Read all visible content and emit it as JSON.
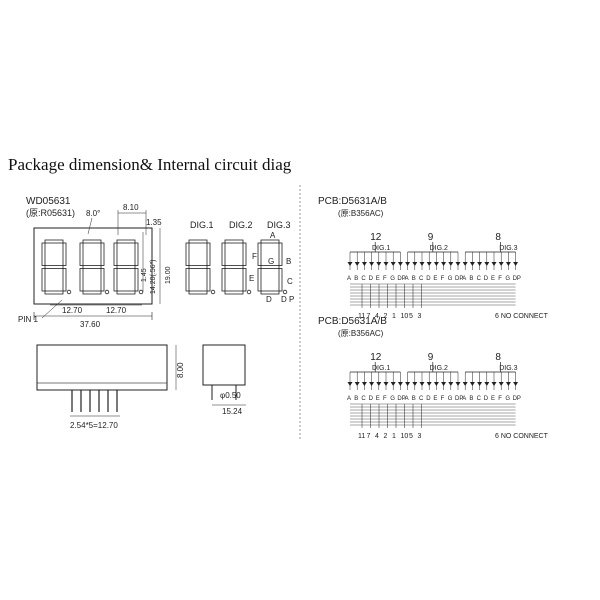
{
  "heading": "Package dimension& Internal circuit diag",
  "left": {
    "part_number": "WD05631",
    "alt_part": "(原:R05631)",
    "dims": {
      "angle": "8.0°",
      "pitch_810": "8.10",
      "dim_135": "1.35",
      "dim_145": "1.45",
      "dim_1420": "14.20(.56\")",
      "dim_1900": "19.00",
      "w1": "12.70",
      "w2": "12.70",
      "total_width": "37.60",
      "pin1": "PIN 1",
      "height": "8.00",
      "pin_pitch": "2.54*5=12.70",
      "pin_dia": "φ0.50",
      "depth": "15.24"
    },
    "digit_labels": [
      "DIG.1",
      "DIG.2",
      "DIG.3"
    ],
    "segment_labels": {
      "a": "A",
      "b": "B",
      "c": "C",
      "d": "D",
      "e": "E",
      "f": "F",
      "g": "G",
      "dp": "D P"
    }
  },
  "right": {
    "schematics": [
      {
        "title": "PCB:D5631A/B",
        "alt": "(原:B356AC)",
        "common_pins": [
          "12",
          "9",
          "8"
        ],
        "digit_labels": [
          "DIG.1",
          "DIG.2",
          "DIG.3"
        ],
        "segments": [
          "A",
          "B",
          "C",
          "D",
          "E",
          "F",
          "G",
          "DP"
        ],
        "bottom_pins": [
          "11",
          "7",
          "4",
          "2",
          "1",
          "10",
          "5",
          "3"
        ],
        "note": "6 NO CONNECT"
      },
      {
        "title": "PCB:D5631A/B",
        "alt": "(原:B356AC)",
        "common_pins": [
          "12",
          "9",
          "8"
        ],
        "digit_labels": [
          "DIG.1",
          "DIG.2",
          "DIG.3"
        ],
        "segments": [
          "A",
          "B",
          "C",
          "D",
          "E",
          "F",
          "G",
          "DP"
        ],
        "bottom_pins": [
          "11",
          "7",
          "4",
          "2",
          "1",
          "10",
          "5",
          "3"
        ],
        "note": "6 NO CONNECT"
      }
    ]
  }
}
